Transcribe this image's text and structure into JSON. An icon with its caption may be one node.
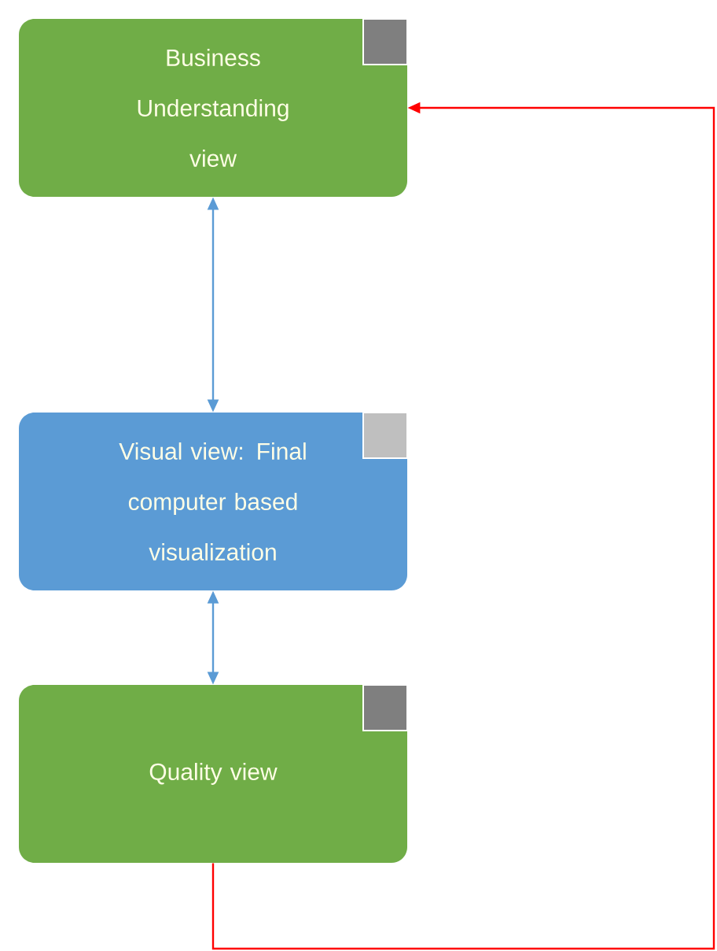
{
  "diagram": {
    "nodes": [
      {
        "text": [
          "Business Understanding view"
        ]
      },
      {
        "text": [
          "Visual view: Final computer based visualization"
        ]
      },
      {
        "text": [
          "Quality view"
        ]
      }
    ],
    "edges": [
      {
        "from": 0,
        "to": 1,
        "arrow": "both"
      },
      {
        "from": 1,
        "to": 2,
        "arrow": "both"
      },
      {
        "from": 2,
        "to": 0,
        "arrow": "to",
        "color": "#ff0000"
      }
    ]
  }
}
